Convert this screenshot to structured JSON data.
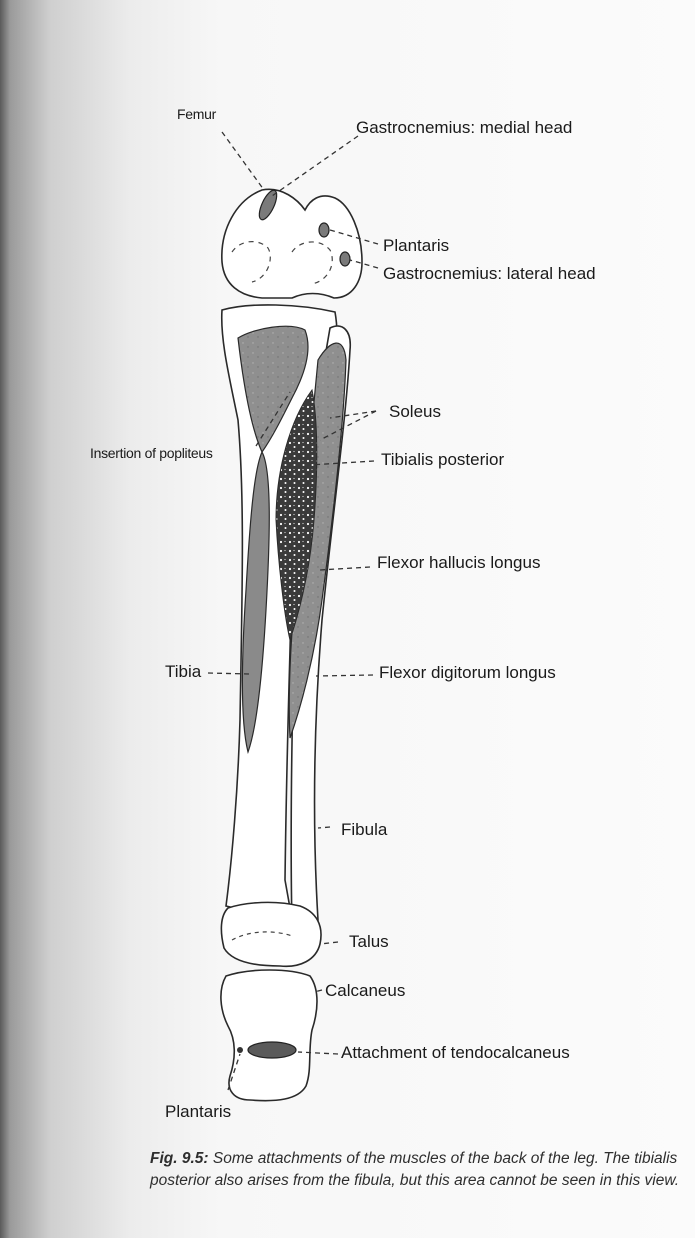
{
  "labels": {
    "femur": "Femur",
    "gastro_medial": "Gastrocnemius: medial head",
    "plantaris_top": "Plantaris",
    "gastro_lateral": "Gastrocnemius: lateral head",
    "soleus": "Soleus",
    "popliteus": "Insertion of popliteus",
    "tibialis_posterior": "Tibialis posterior",
    "flexor_hallucis": "Flexor hallucis longus",
    "tibia": "Tibia",
    "flexor_digitorum": "Flexor digitorum longus",
    "fibula": "Fibula",
    "talus": "Talus",
    "calcaneus": "Calcaneus",
    "tendocalcaneus": "Attachment of tendocalcaneus",
    "plantaris_bottom": "Plantaris"
  },
  "caption": {
    "number": "Fig. 9.5:",
    "text": "Some attachments of the muscles of the back of the leg. The tibialis posterior also arises from the fibula, but this area cannot be seen in this view."
  },
  "colors": {
    "bone_outline": "#2a2a2a",
    "muscle_area": "#8e8e8e",
    "dark_area": "#3a3a3a",
    "bone_fill": "#ffffff"
  }
}
